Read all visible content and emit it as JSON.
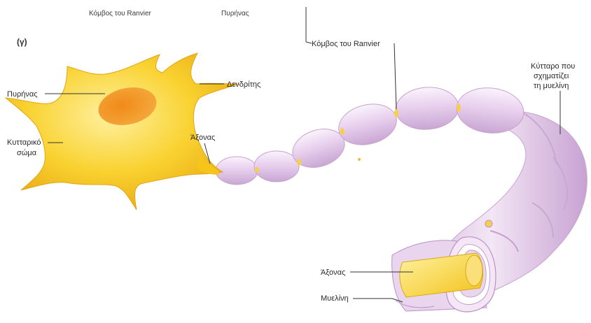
{
  "top_labels": {
    "node_cut": "Κόμβος του Ranvier",
    "nucleus_cut": "Πυρήνας"
  },
  "panel_label": "(γ)",
  "labels": {
    "nucleus": "Πυρήνας",
    "dendrite": "Δενδρίτης",
    "cell_body_line1": "Κυτταρικό",
    "cell_body_line2": "σώμα",
    "axon": "Άξονας",
    "node_of_ranvier": "Κόμβος του Ranvier",
    "myelin_cell_line1": "Κύτταρο που",
    "myelin_cell_line2": "σχηματίζει",
    "myelin_cell_line3": "τη μυελίνη",
    "axon_cross_section": "Άξονας",
    "myelin": "Μυελίνη"
  },
  "colors": {
    "cell_body": "#f6c51c",
    "cell_body_light": "#fde37a",
    "nucleus": "#ef8a17",
    "myelin": "#e4c8ea",
    "myelin_light": "#f5e8f7",
    "myelin_dark": "#b892c4",
    "node": "#f7d04a"
  }
}
